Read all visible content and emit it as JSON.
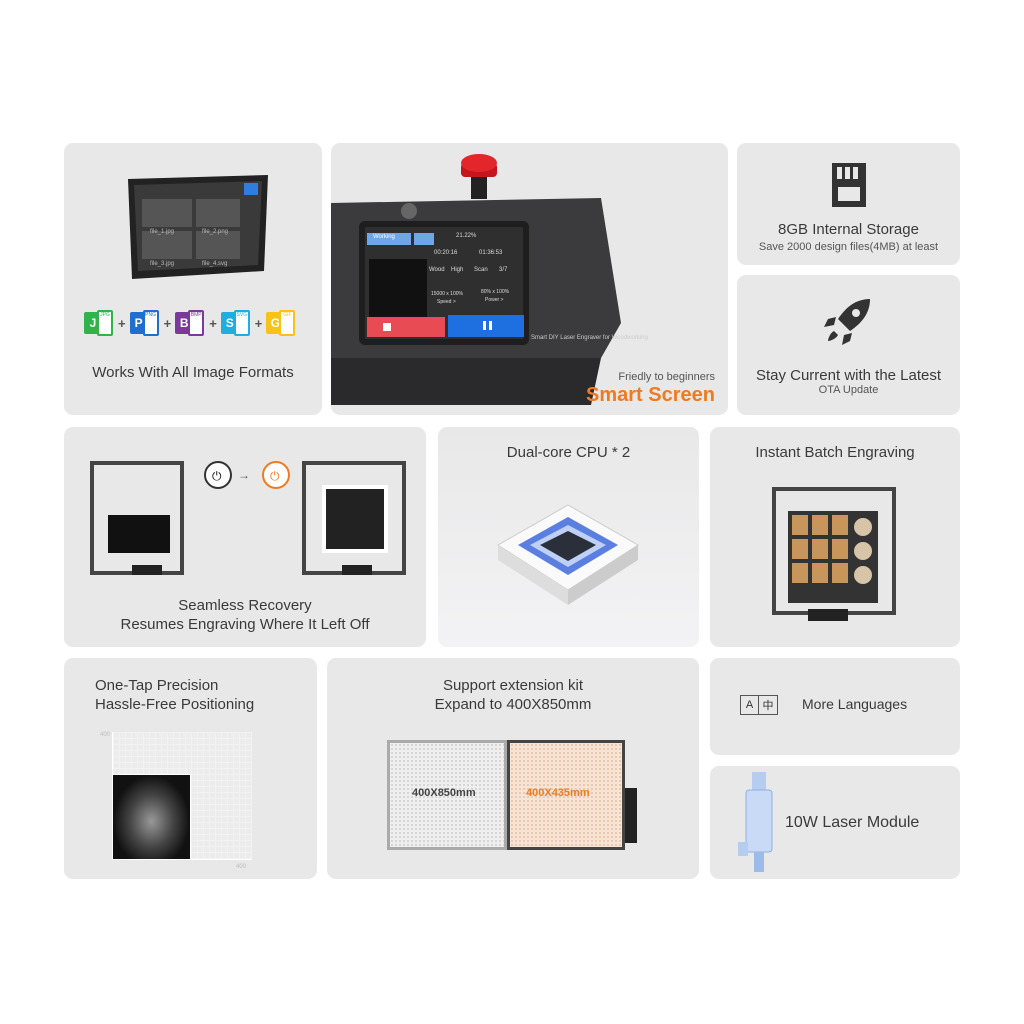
{
  "cards": {
    "formats": {
      "title": "Works With All Image Formats",
      "types": [
        {
          "letter": "J",
          "ext": "JPG",
          "color": "#2fb34a"
        },
        {
          "letter": "P",
          "ext": "PNG",
          "color": "#1f6fd1"
        },
        {
          "letter": "B",
          "ext": "BMP",
          "color": "#7b3a9a"
        },
        {
          "letter": "S",
          "ext": "SVG",
          "color": "#1eaee0"
        },
        {
          "letter": "G",
          "ext": "GIF",
          "color": "#f7c318"
        }
      ],
      "tablet_files": [
        "file_1.jpg",
        "file_2.png",
        "file_3.jpg",
        "file_4.svg"
      ]
    },
    "smart_screen": {
      "subtitle": "Friedly to beginners",
      "title": "Smart Screen",
      "machine_label": "Smart DIY Laser Engraver for Woodworking",
      "screen": {
        "status": "Working",
        "progress": "21.22%",
        "elapsed": "00:20:16",
        "remaining": "01:36:53",
        "material": "Wood",
        "quality": "High",
        "mode": "Scan",
        "count": "3/7",
        "speed": "15000 x 100%",
        "speed_label": "Speed >",
        "power": "80% x 100%",
        "power_label": "Power >"
      }
    },
    "storage": {
      "title": "8GB Internal Storage",
      "subtitle": "Save 2000 design files(4MB) at least"
    },
    "ota": {
      "title": "Stay Current with the Latest",
      "subtitle": "OTA Update"
    },
    "recovery": {
      "line1": "Seamless Recovery",
      "line2": "Resumes Engraving Where It Left Off"
    },
    "cpu": {
      "title": "Dual-core CPU * 2"
    },
    "batch": {
      "title": "Instant Batch Engraving"
    },
    "positioning": {
      "line1": "One-Tap Precision",
      "line2": "Hassle-Free Positioning",
      "axis_y": "400",
      "axis_x": "400"
    },
    "extension": {
      "line1": "Support extension kit",
      "line2": "Expand to 400X850mm",
      "area_large": "400X850mm",
      "area_small": "400X435mm"
    },
    "languages": {
      "title": "More Languages",
      "icon_a": "A",
      "icon_b": "中"
    },
    "laser": {
      "title": "10W Laser Module"
    }
  },
  "colors": {
    "accent": "#f07a1f",
    "card": "#e8e8e8",
    "text": "#3a3a3a"
  }
}
